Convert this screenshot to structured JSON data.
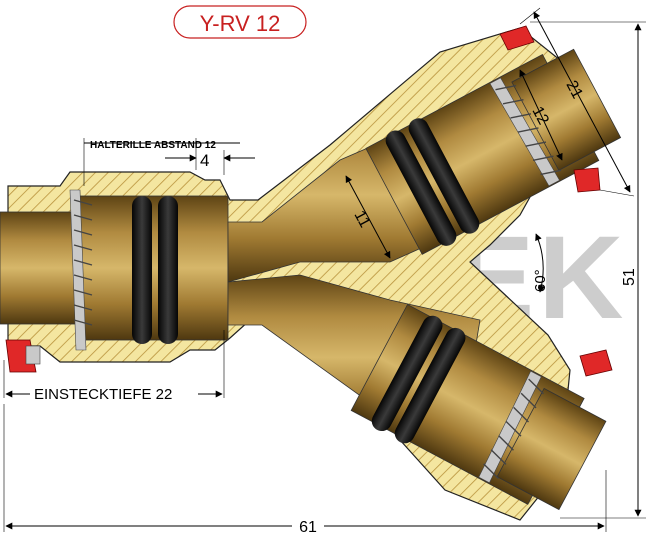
{
  "title": "Y-RV 12",
  "watermark": "EUROTEK",
  "labels": {
    "groove_spacing": "HALTERILLE ABSTAND 12",
    "insertion_depth": "EINSTECKTIEFE 22"
  },
  "dimensions": {
    "groove_gap": "4",
    "inner_bore": "11",
    "tube_inner": "12",
    "tube_outer": "21",
    "angle": "60°",
    "height": "51",
    "length": "61"
  },
  "colors": {
    "title_red": "#c82020",
    "body_yellow": "#f4e6a0",
    "brass_dark": "#6e521c",
    "brass_mid": "#a8843c",
    "brass_light": "#d8b868",
    "oring": "#141414",
    "clip_red": "#e02828",
    "watermark": "#a6a6a6"
  }
}
